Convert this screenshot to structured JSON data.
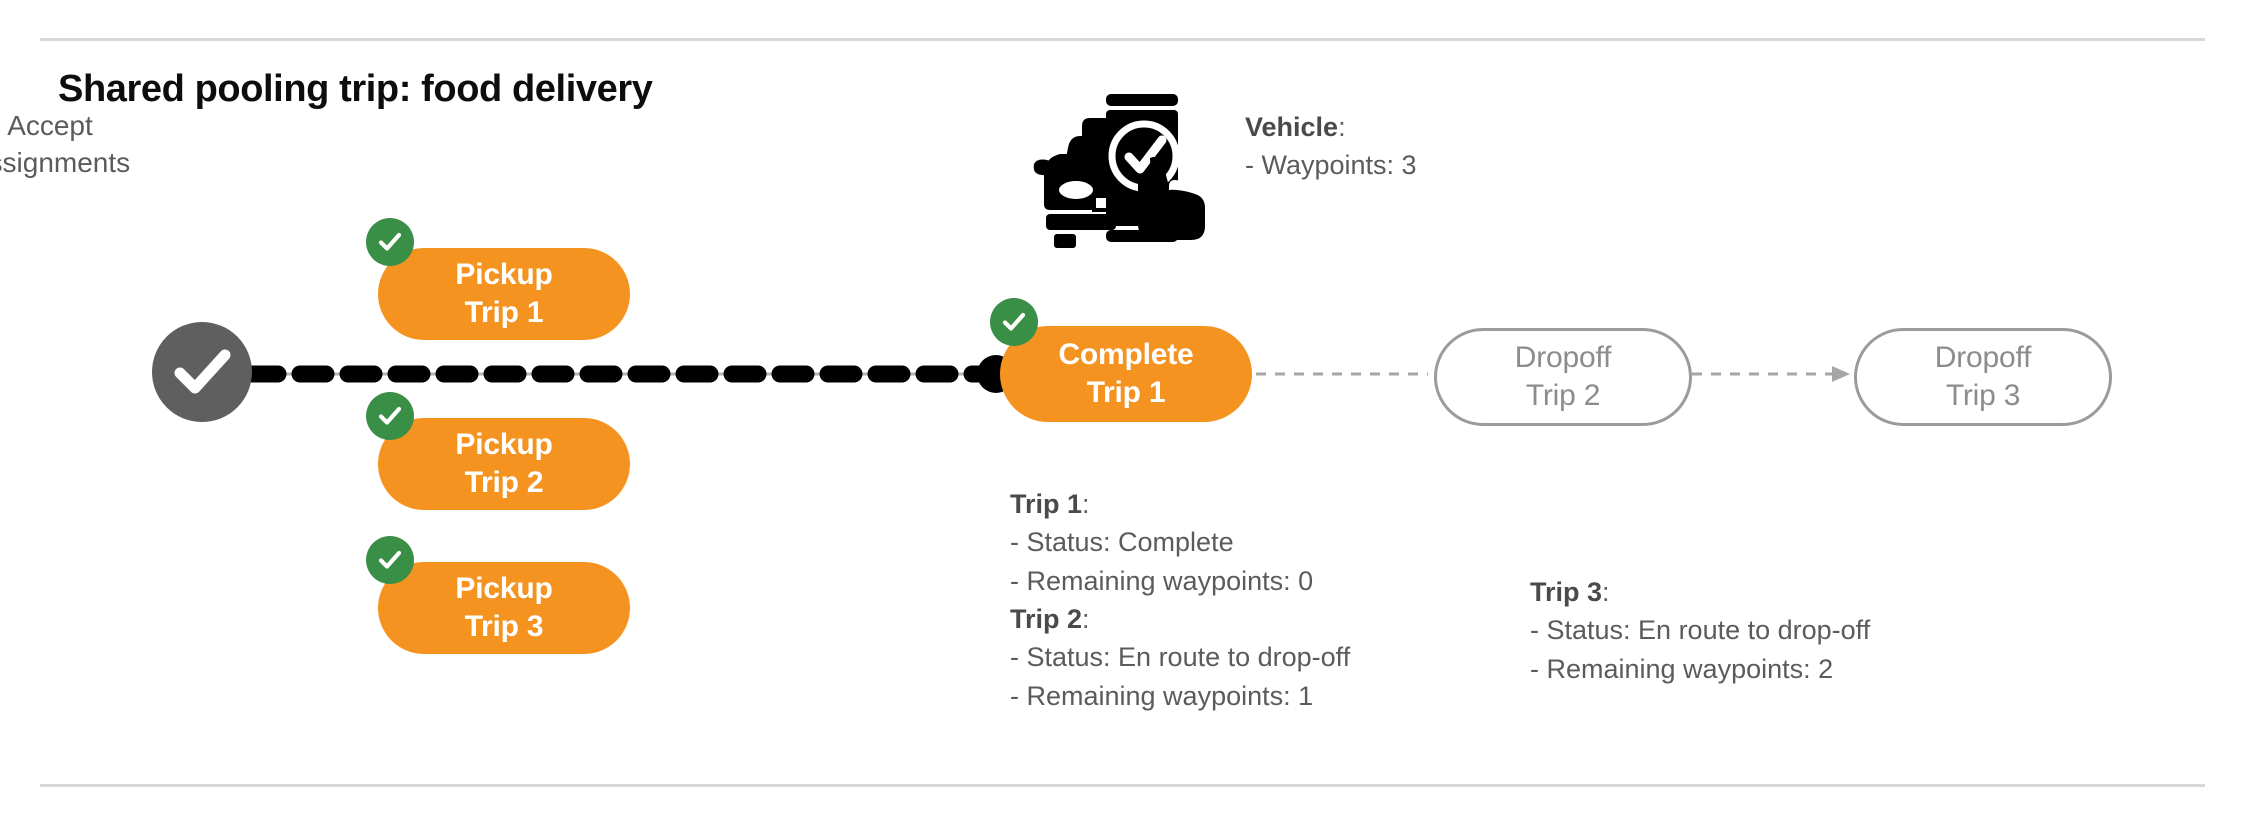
{
  "slide": {
    "title": "Shared pooling trip: food delivery"
  },
  "flow": {
    "accept_node": {
      "label_line1": "Accept",
      "label_line2": "Assignments",
      "icon": "check-circle-icon",
      "color": "#5f5f5f"
    },
    "pickups": [
      {
        "line1": "Pickup",
        "line2": "Trip 1",
        "state": "done",
        "badge": "green-check-badge"
      },
      {
        "line1": "Pickup",
        "line2": "Trip 2",
        "state": "done",
        "badge": "green-check-badge"
      },
      {
        "line1": "Pickup",
        "line2": "Trip 3",
        "state": "done",
        "badge": "green-check-badge"
      }
    ],
    "complete_node": {
      "line1": "Complete",
      "line2": "Trip 1",
      "state": "done",
      "badge": "green-check-badge"
    },
    "dropoffs": [
      {
        "line1": "Dropoff",
        "line2": "Trip 2",
        "state": "pending"
      },
      {
        "line1": "Dropoff",
        "line2": "Trip 3",
        "state": "pending"
      }
    ]
  },
  "vehicle": {
    "icon": "car-phone-check-icon",
    "heading": "Vehicle",
    "heading_suffix": ":",
    "waypoints_line": "- Waypoints: 3",
    "waypoints": 3
  },
  "trips": [
    {
      "heading": "Trip 1",
      "heading_suffix": ":",
      "status_line": "- Status:  Complete",
      "waypoints_line": "- Remaining waypoints: 0",
      "status": "Complete",
      "remaining_waypoints": 0
    },
    {
      "heading": "Trip 2",
      "heading_suffix": ":",
      "status_line": "- Status:  En route to drop-off",
      "waypoints_line": "- Remaining waypoints: 1",
      "status": "En route to drop-off",
      "remaining_waypoints": 1
    },
    {
      "heading": "Trip 3",
      "heading_suffix": ":",
      "status_line": "- Status:  En route to drop-off",
      "waypoints_line": "- Remaining waypoints: 2",
      "status": "En route to drop-off",
      "remaining_waypoints": 2
    }
  ],
  "colors": {
    "accent_orange": "#F4931F",
    "success_green": "#3A8F47",
    "node_gray": "#5f5f5f",
    "outline_gray": "#9b9b9b",
    "text_gray": "#5b5b5b",
    "rule_gray": "#d8d8d8",
    "active_path": "#000000",
    "pending_path": "#a6a6a6"
  }
}
